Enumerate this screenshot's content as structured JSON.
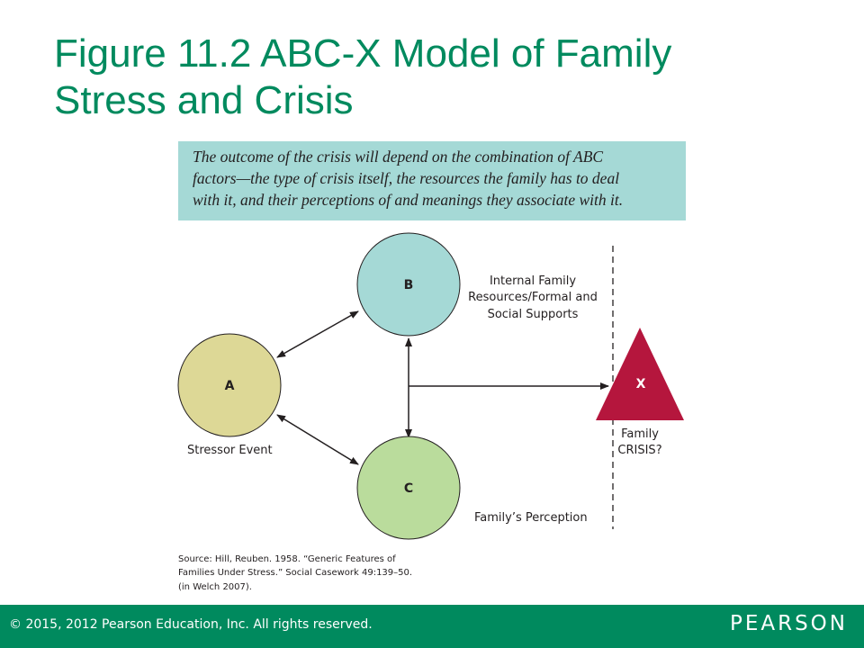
{
  "title": {
    "line1": "Figure 11.2  ABC-X Model of Family",
    "line2": "Stress and Crisis"
  },
  "callout": {
    "line1": "The outcome of the crisis will depend on the combination of ABC",
    "line2": "factors—the type of crisis itself, the resources the family has to deal",
    "line3": "with it, and their perceptions of and meanings they associate with it."
  },
  "nodes": {
    "a": {
      "letter": "A",
      "label": "Stressor Event",
      "color": "#ddd896"
    },
    "b": {
      "letter": "B",
      "label_line1": "Internal Family",
      "label_line2": "Resources/Formal and",
      "label_line3": "Social Supports",
      "color": "#a5d9d6"
    },
    "c": {
      "letter": "C",
      "label": "Family’s Perception",
      "color": "#badc9c"
    },
    "x": {
      "letter": "X",
      "label_line1": "Family",
      "label_line2": "CRISIS?",
      "color": "#b5163d"
    }
  },
  "source": {
    "line1": "Source: Hill, Reuben. 1958. “Generic Features of",
    "line2": "Families Under Stress.” Social Casework 49:139–50.",
    "line3": "(in Welch 2007)."
  },
  "footer": {
    "copyright": "© 2015, 2012 Pearson Education, Inc. All rights reserved.",
    "brand": "PEARSON",
    "color": "#008a5e"
  }
}
